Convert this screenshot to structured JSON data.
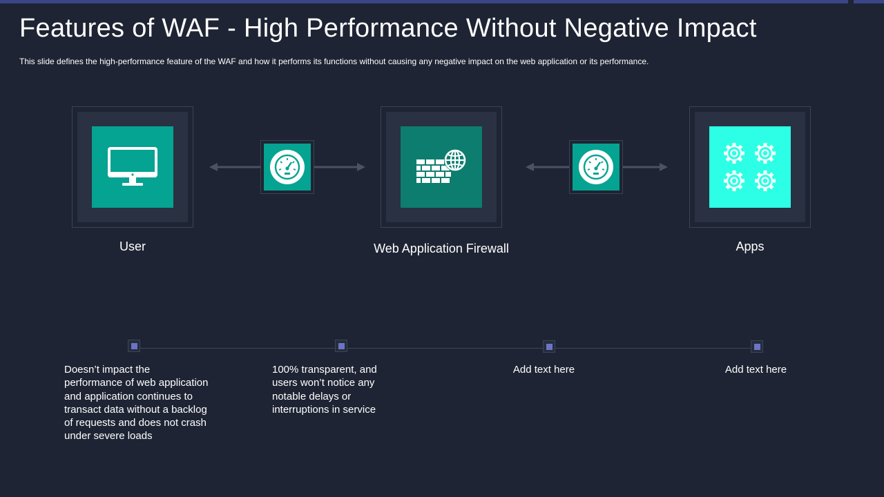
{
  "slide": {
    "title": "Features of WAF - High Performance Without Negative Impact",
    "subtitle": "This slide defines the high-performance  feature of the WAF and how it performs its functions without causing any negative  impact on the web application or its performance."
  },
  "nodes": [
    {
      "label": "User",
      "icon": "monitor-icon"
    },
    {
      "label": "Web Application Firewall",
      "icon": "firewall-globe-icon"
    },
    {
      "label": "Apps",
      "icon": "gears-icon"
    }
  ],
  "connectors": [
    {
      "icon": "speedometer-icon"
    },
    {
      "icon": "speedometer-icon"
    }
  ],
  "features": [
    {
      "text": "Doesn’t impact the performance of web application and application continues to transact data without a backlog of requests and does not crash under severe loads"
    },
    {
      "text": "100% transparent,  and users won’t notice any notable delays or interruptions  in service"
    },
    {
      "text": "Add text here"
    },
    {
      "text": "Add text here"
    }
  ],
  "colors": {
    "background": "#1e2433",
    "accent_bar": "#3b4487",
    "tile_teal": "#05a392",
    "tile_dark_teal": "#0d7d6f",
    "tile_cyan": "#2dffe6",
    "gauge_tile": "#05a392",
    "arrow": "#4a5263",
    "marker": "#6b74c4",
    "timeline": "#3d4558"
  }
}
